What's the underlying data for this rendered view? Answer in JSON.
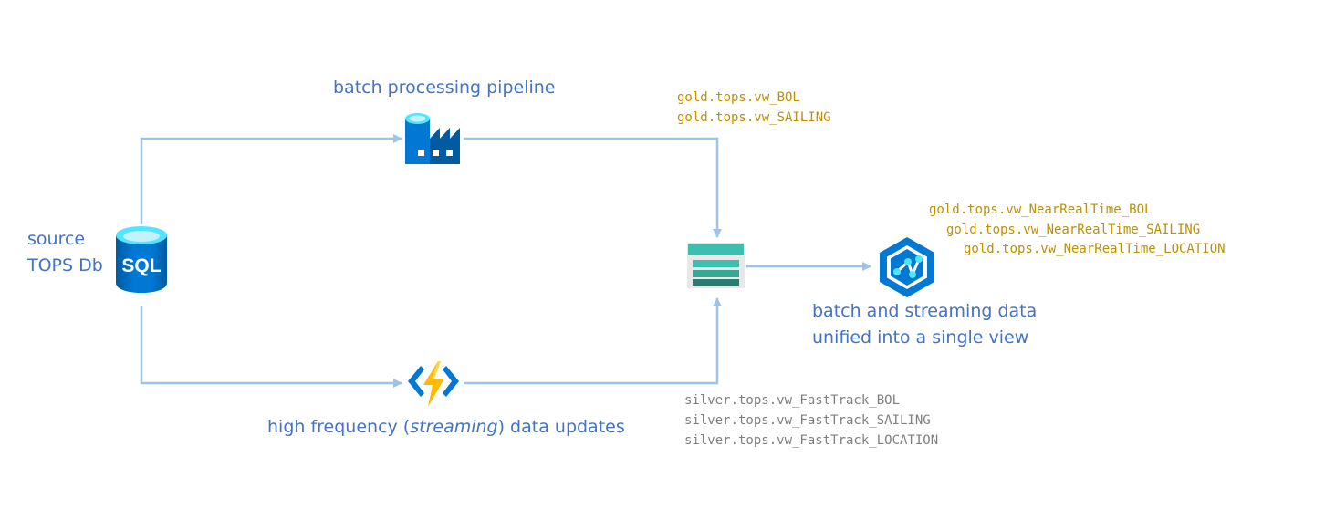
{
  "colors": {
    "connector": "#9dc3e6",
    "label_blue": "#4472c4",
    "gold_text": "#bf9000",
    "silver_text": "#7f7f7f",
    "azure_blue": "#0078d4",
    "teal": "#3cbfae"
  },
  "source": {
    "label_line1": "source",
    "label_line2": "TOPS Db",
    "icon": "sql-database-icon",
    "icon_text": "SQL"
  },
  "batch": {
    "label": "batch processing pipeline",
    "icon": "data-factory-icon",
    "outputs": [
      "gold.tops.vw_BOL",
      "gold.tops.vw_SAILING"
    ]
  },
  "streaming": {
    "label_prefix": "high frequency (",
    "label_emphasis": "streaming",
    "label_suffix": ") data updates",
    "icon": "azure-function-icon",
    "outputs": [
      "silver.tops.vw_FastTrack_BOL",
      "silver.tops.vw_FastTrack_SAILING",
      "silver.tops.vw_FastTrack_LOCATION"
    ]
  },
  "storage": {
    "icon": "storage-table-icon"
  },
  "unified": {
    "icon": "synapse-analytics-icon",
    "label_line1": "batch and streaming data",
    "label_line2": "unified into a single view",
    "views": [
      "gold.tops.vw_NearRealTime_BOL",
      "gold.tops.vw_NearRealTime_SAILING",
      "gold.tops.vw_NearRealTime_LOCATION"
    ]
  }
}
